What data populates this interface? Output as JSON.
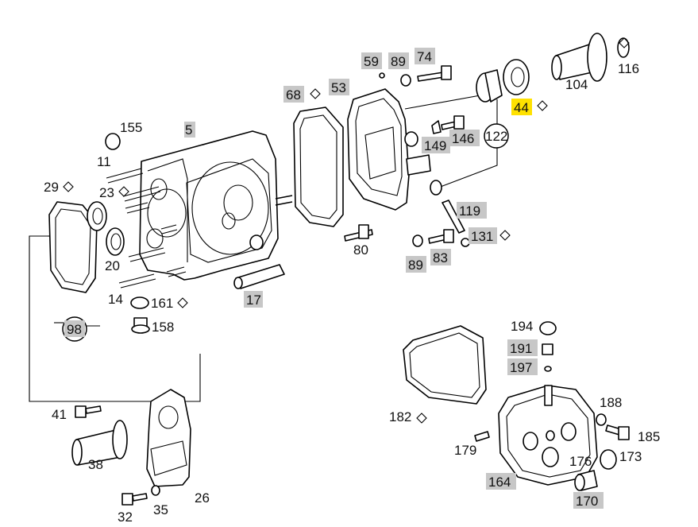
{
  "labels": [
    {
      "id": "5",
      "text": "5",
      "hl": "grey"
    },
    {
      "id": "11",
      "text": "11",
      "hl": ""
    },
    {
      "id": "14",
      "text": "14",
      "hl": ""
    },
    {
      "id": "17",
      "text": "17",
      "hl": "grey"
    },
    {
      "id": "20",
      "text": "20",
      "hl": ""
    },
    {
      "id": "23",
      "text": "23",
      "hl": ""
    },
    {
      "id": "26",
      "text": "26",
      "hl": ""
    },
    {
      "id": "29",
      "text": "29",
      "hl": ""
    },
    {
      "id": "32",
      "text": "32",
      "hl": ""
    },
    {
      "id": "35",
      "text": "35",
      "hl": ""
    },
    {
      "id": "38",
      "text": "38",
      "hl": ""
    },
    {
      "id": "41",
      "text": "41",
      "hl": ""
    },
    {
      "id": "44",
      "text": "44",
      "hl": "yellow"
    },
    {
      "id": "53",
      "text": "53",
      "hl": "grey"
    },
    {
      "id": "59",
      "text": "59",
      "hl": "grey"
    },
    {
      "id": "68",
      "text": "68",
      "hl": "grey"
    },
    {
      "id": "74",
      "text": "74",
      "hl": "grey"
    },
    {
      "id": "80",
      "text": "80",
      "hl": ""
    },
    {
      "id": "83",
      "text": "83",
      "hl": "grey"
    },
    {
      "id": "89a",
      "text": "89",
      "hl": "grey"
    },
    {
      "id": "89b",
      "text": "89",
      "hl": "grey"
    },
    {
      "id": "98",
      "text": "98",
      "hl": "grey"
    },
    {
      "id": "104",
      "text": "104",
      "hl": ""
    },
    {
      "id": "116",
      "text": "116",
      "hl": ""
    },
    {
      "id": "119",
      "text": "119",
      "hl": "grey"
    },
    {
      "id": "122",
      "text": "122",
      "hl": ""
    },
    {
      "id": "131",
      "text": "131",
      "hl": "grey"
    },
    {
      "id": "146",
      "text": "146",
      "hl": "grey"
    },
    {
      "id": "149",
      "text": "149",
      "hl": "grey"
    },
    {
      "id": "155",
      "text": "155",
      "hl": ""
    },
    {
      "id": "158",
      "text": "158",
      "hl": ""
    },
    {
      "id": "161",
      "text": "161",
      "hl": ""
    },
    {
      "id": "164",
      "text": "164",
      "hl": "grey"
    },
    {
      "id": "170",
      "text": "170",
      "hl": "grey"
    },
    {
      "id": "173",
      "text": "173",
      "hl": ""
    },
    {
      "id": "176",
      "text": "176",
      "hl": ""
    },
    {
      "id": "179",
      "text": "179",
      "hl": ""
    },
    {
      "id": "182",
      "text": "182",
      "hl": ""
    },
    {
      "id": "185",
      "text": "185",
      "hl": ""
    },
    {
      "id": "188",
      "text": "188",
      "hl": ""
    },
    {
      "id": "191",
      "text": "191",
      "hl": "grey"
    },
    {
      "id": "194",
      "text": "194",
      "hl": ""
    },
    {
      "id": "197",
      "text": "197",
      "hl": "grey"
    }
  ],
  "colors": {
    "highlight_grey": "#c7c7c7",
    "highlight_yellow": "#ffe100",
    "ink": "#000000"
  }
}
